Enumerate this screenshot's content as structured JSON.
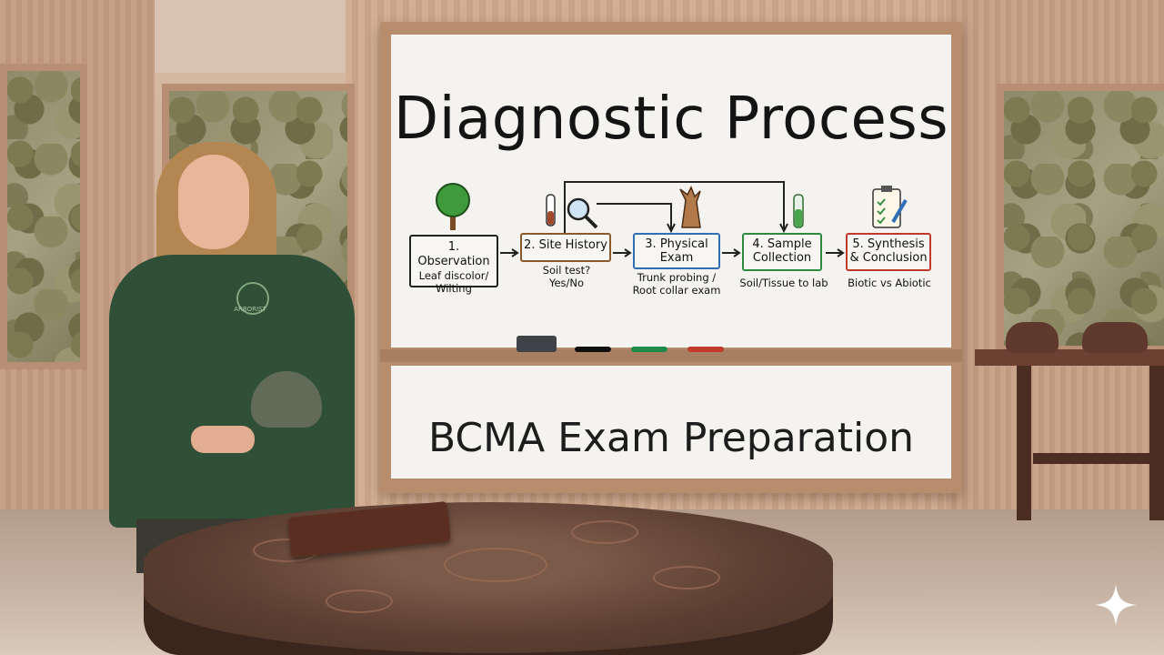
{
  "board": {
    "title": "Diagnostic Process",
    "subtitle": "BCMA Exam Preparation",
    "steps": [
      {
        "label": "1. Observation",
        "note": "Leaf discolor/ Wilting",
        "color": "#222222"
      },
      {
        "label": "2. Site History",
        "note": "Soil test? Yes/No",
        "color": "#8a5a2b"
      },
      {
        "label": "3. Physical Exam",
        "note": "Trunk probing / Root collar exam",
        "color": "#2f6fb3"
      },
      {
        "label": "4. Sample Collection",
        "note": "Soil/Tissue to lab",
        "color": "#2e8b3e"
      },
      {
        "label": "5. Synthesis & Conclusion",
        "note": "Biotic vs Abiotic",
        "color": "#c0392b"
      }
    ],
    "step_icons": [
      "tree-icon",
      "test-tube-icon",
      "magnifier-icon",
      "tree-trunk-icon",
      "sample-vial-icon",
      "clipboard-pen-icon"
    ],
    "marker_colors": [
      "#111111",
      "#1f8a4a",
      "#c23b2d"
    ]
  },
  "person": {
    "shirt_logo": "ARBORIST"
  },
  "overlay_icon": "sparkle-icon"
}
